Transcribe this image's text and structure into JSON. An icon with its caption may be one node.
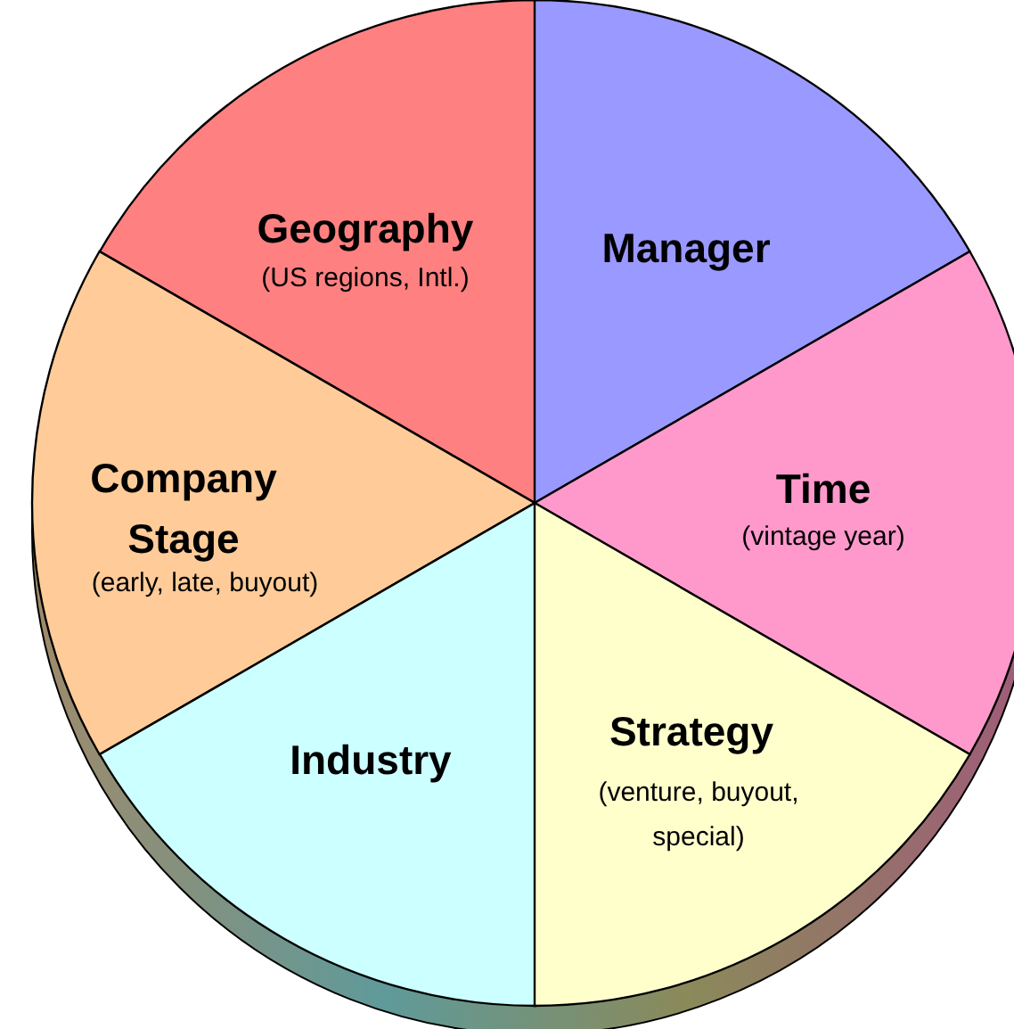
{
  "diagram": {
    "nodes": [
      {
        "text": [
          "Geography",
          "(US regions, Intl.)"
        ]
      },
      {
        "text": [
          "Manager"
        ]
      },
      {
        "text": [
          "Company Stage",
          "(early, late, buyout)"
        ]
      },
      {
        "text": [
          "Time",
          "(vintage year)"
        ]
      },
      {
        "text": [
          "Industry"
        ]
      },
      {
        "text": [
          "Strategy",
          "(venture, buyout, special)"
        ]
      }
    ],
    "edges": []
  }
}
